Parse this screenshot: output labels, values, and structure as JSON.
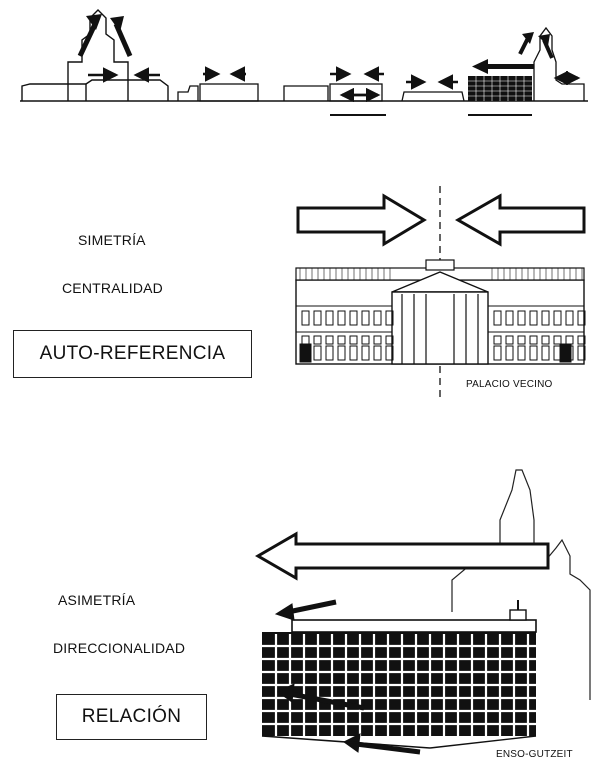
{
  "middle": {
    "label_symmetry": "SIMETRÍA",
    "label_centrality": "CENTRALIDAD",
    "box_label": "AUTO-REFERENCIA",
    "caption": "PALACIO VECINO"
  },
  "bottom": {
    "label_asymmetry": "ASIMETRÍA",
    "label_directionality": "DIRECCIONALIDAD",
    "box_label": "RELACIÓN",
    "caption": "ENSO-GUTZEIT"
  }
}
